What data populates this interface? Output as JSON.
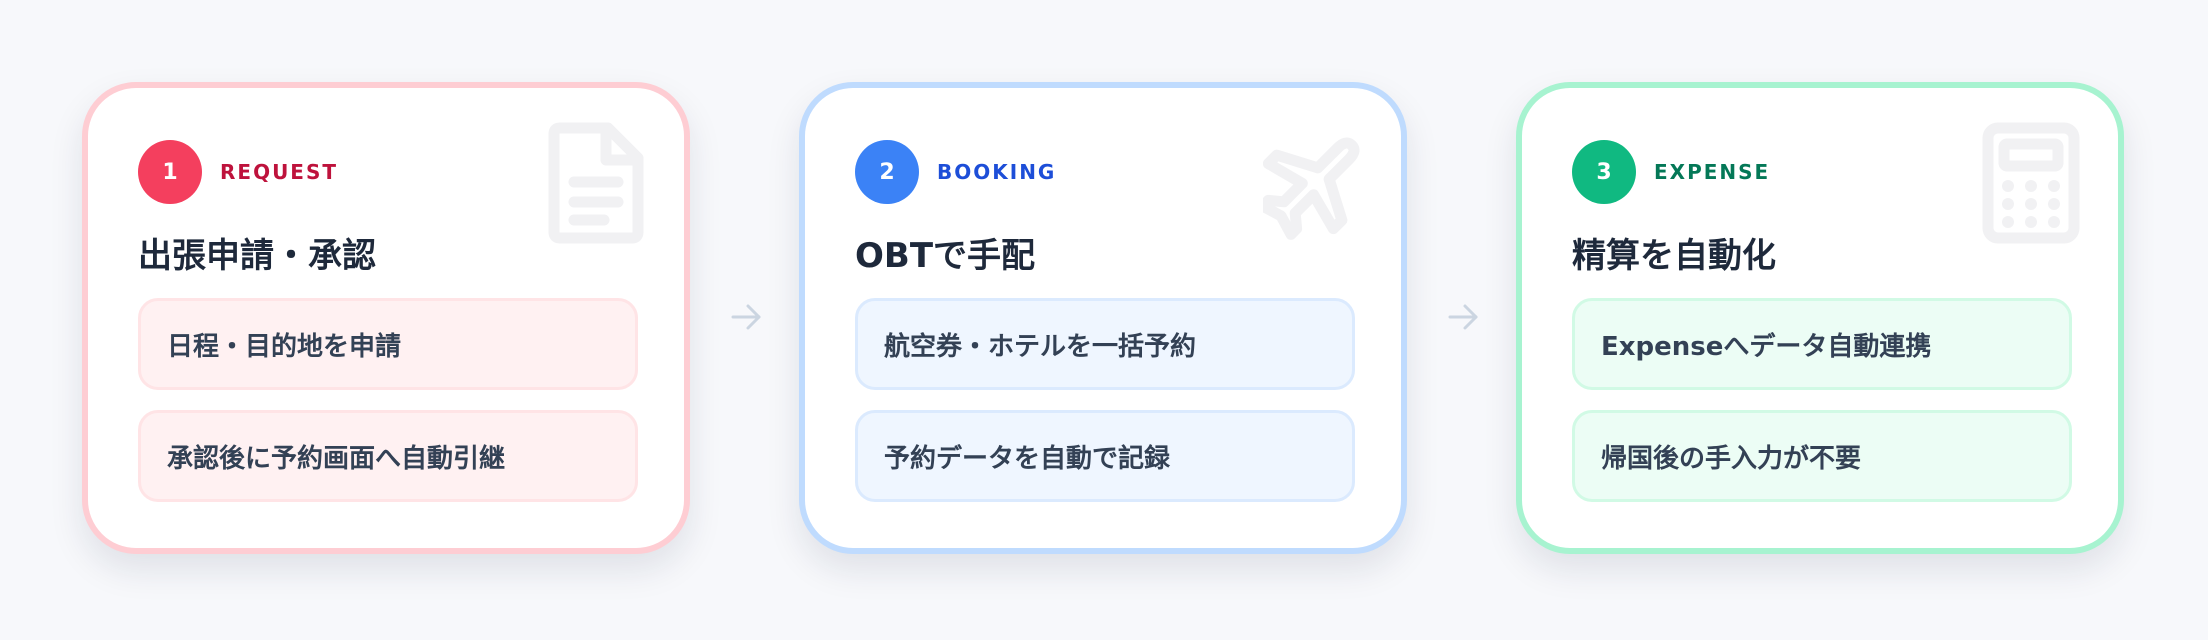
{
  "steps": [
    {
      "number": "1",
      "label": "REQUEST",
      "title": "出張申請・承認",
      "icon": "document-icon",
      "items": [
        "日程・目的地を申請",
        "承認後に予約画面へ自動引継"
      ]
    },
    {
      "number": "2",
      "label": "BOOKING",
      "title": "OBTで手配",
      "icon": "airplane-icon",
      "items": [
        "航空券・ホテルを一括予約",
        "予約データを自動で記録"
      ]
    },
    {
      "number": "3",
      "label": "EXPENSE",
      "title": "精算を自動化",
      "icon": "calculator-icon",
      "items": [
        "Expenseへデータ自動連携",
        "帰国後の手入力が不要"
      ]
    }
  ],
  "colors": {
    "request": "#f43f5e",
    "booking": "#3b82f6",
    "expense": "#10b981",
    "background": "#f7f8fb"
  }
}
